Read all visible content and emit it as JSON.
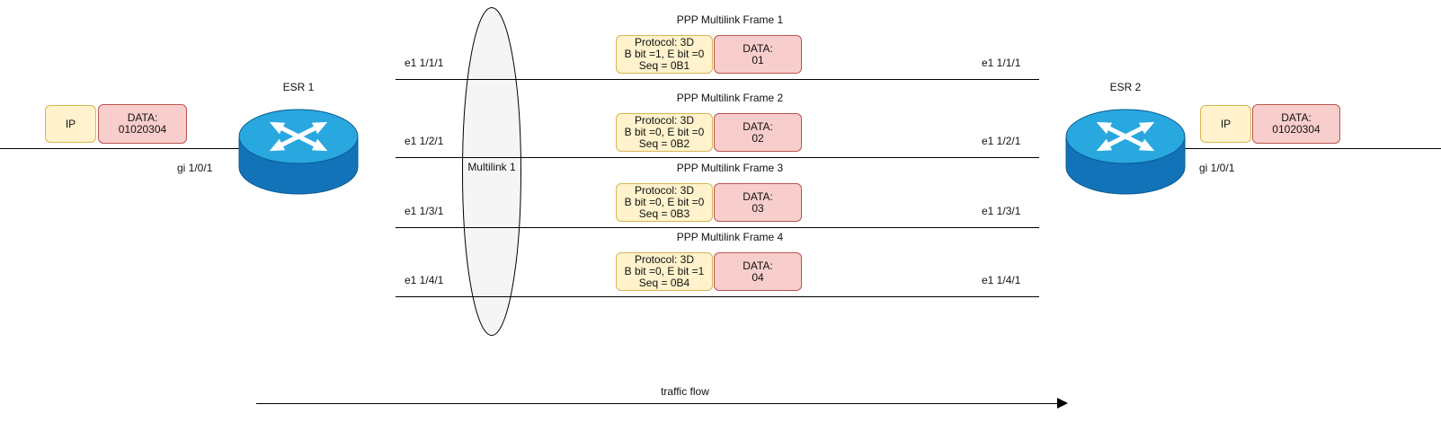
{
  "colors": {
    "yellow_fill": "#FFF2CC",
    "yellow_border": "#D6B656",
    "pink_fill": "#F8CECC",
    "pink_border": "#B85450",
    "router_top": "#29A8E0",
    "router_body": "#1273B9",
    "multilink_ellipse_fill": "#F5F5F5",
    "line": "#000000"
  },
  "left_packet": {
    "ip": "IP",
    "data_title": "DATA:",
    "data_value": "01020304",
    "interface": "gi 1/0/1"
  },
  "right_packet": {
    "ip": "IP",
    "data_title": "DATA:",
    "data_value": "01020304",
    "interface": "gi 1/0/1"
  },
  "router_left": {
    "name": "ESR 1"
  },
  "router_right": {
    "name": "ESR 2"
  },
  "multilink": {
    "label": "Multilink 1"
  },
  "links": [
    {
      "left": "e1 1/1/1",
      "right": "e1 1/1/1"
    },
    {
      "left": "e1 1/2/1",
      "right": "e1 1/2/1"
    },
    {
      "left": "e1 1/3/1",
      "right": "e1 1/3/1"
    },
    {
      "left": "e1 1/4/1",
      "right": "e1 1/4/1"
    }
  ],
  "frames": [
    {
      "title": "PPP Multilink Frame 1",
      "protocol": "Protocol: 3D",
      "bits": "B bit =1, E bit =0",
      "seq": "Seq = 0B1",
      "data_title": "DATA:",
      "data_value": "01"
    },
    {
      "title": "PPP Multilink Frame 2",
      "protocol": "Protocol: 3D",
      "bits": "B bit =0, E bit =0",
      "seq": "Seq = 0B2",
      "data_title": "DATA:",
      "data_value": "02"
    },
    {
      "title": "PPP Multilink Frame 3",
      "protocol": "Protocol: 3D",
      "bits": "B bit =0, E bit =0",
      "seq": "Seq = 0B3",
      "data_title": "DATA:",
      "data_value": "03"
    },
    {
      "title": "PPP Multilink Frame 4",
      "protocol": "Protocol: 3D",
      "bits": "B bit =0, E bit =1",
      "seq": "Seq = 0B4",
      "data_title": "DATA:",
      "data_value": "04"
    }
  ],
  "traffic_flow_label": "traffic flow"
}
